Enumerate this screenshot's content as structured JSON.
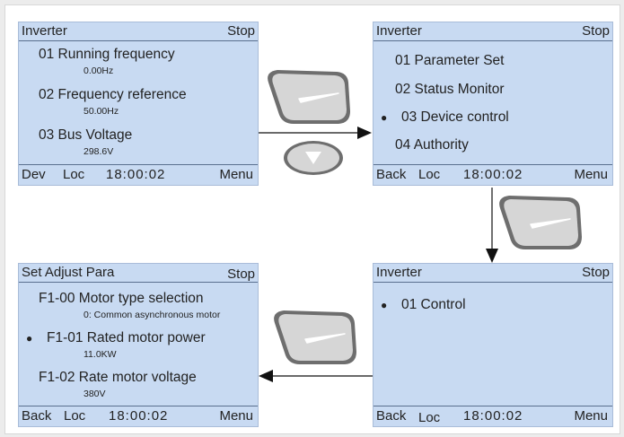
{
  "screen1": {
    "title": "Inverter",
    "status": "Stop",
    "items": [
      {
        "label": "01 Running frequency",
        "value": "0.00Hz"
      },
      {
        "label": "02 Frequency reference",
        "value": "50.00Hz"
      },
      {
        "label": "03 Bus Voltage",
        "value": "298.6V"
      }
    ],
    "footer": {
      "left": "Dev",
      "mid": "Loc",
      "time": "18:00:02",
      "right": "Menu"
    }
  },
  "screen2": {
    "title": "Inverter",
    "status": "Stop",
    "items": [
      "01 Parameter Set",
      "02 Status Monitor",
      "03 Device control",
      "04 Authority"
    ],
    "selected_index": 2,
    "footer": {
      "left": "Back",
      "mid": "Loc",
      "time": "18:00:02",
      "right": "Menu"
    }
  },
  "screen3": {
    "title": "Inverter",
    "status": "Stop",
    "items": [
      "01 Control"
    ],
    "selected_index": 0,
    "footer": {
      "left": "Back",
      "mid": "Loc",
      "time": "18:00:02",
      "right": "Menu"
    }
  },
  "screen4": {
    "title": "Set Adjust Para",
    "status": "Stop",
    "items": [
      {
        "label": "F1-00 Motor type selection",
        "value": "0: Common asynchronous motor"
      },
      {
        "label": "F1-01 Rated motor power",
        "value": "11.0KW"
      },
      {
        "label": "F1-02 Rate motor voltage",
        "value": "380V"
      }
    ],
    "selected_index": 1,
    "footer": {
      "left": "Back",
      "mid": "Loc",
      "time": "18:00:02",
      "right": "Menu"
    }
  },
  "keys": {
    "enter_icon": "enter-key-icon",
    "down_icon": "down-key-icon"
  },
  "colors": {
    "screen_bg": "#c8daf2",
    "arrow": "#111111",
    "key_face": "#d6d6d6"
  }
}
